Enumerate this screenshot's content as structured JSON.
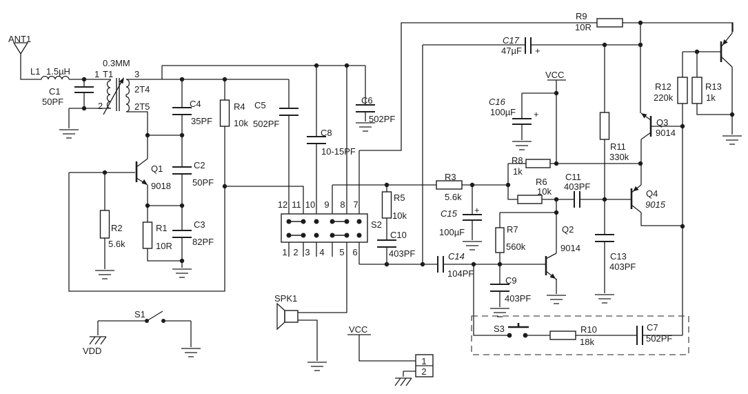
{
  "meta": {
    "type": "circuit-schematic",
    "colors": {
      "background": "#ffffff",
      "line": "#1c1c1c",
      "text": "#1c1c1c"
    }
  },
  "components": {
    "ant1": {
      "ref": "ANT1"
    },
    "l1": {
      "ref": "L1",
      "value": "1.5µH"
    },
    "c1": {
      "ref": "C1",
      "value": "50PF"
    },
    "t1": {
      "ref": "T1",
      "spec": "0.3MM",
      "pin1": "1",
      "pin2": "2",
      "pin3": "3",
      "winding_top": "2T4",
      "winding_bottom": "2T5"
    },
    "q1": {
      "ref": "Q1",
      "part": "9018"
    },
    "r1": {
      "ref": "R1",
      "value": "10R"
    },
    "r2": {
      "ref": "R2",
      "value": "5.6k"
    },
    "c2": {
      "ref": "C2",
      "value": "50PF"
    },
    "c3": {
      "ref": "C3",
      "value": "82PF"
    },
    "c4": {
      "ref": "C4",
      "value": "35PF"
    },
    "r4": {
      "ref": "R4",
      "value": "10k"
    },
    "c5": {
      "ref": "C5",
      "value": "502PF"
    },
    "c6": {
      "ref": "C6",
      "value": "502PF"
    },
    "c8": {
      "ref": "C8",
      "value": "10-15PF"
    },
    "s2": {
      "ref": "S2",
      "pins_top": [
        "12",
        "11",
        "10",
        "9",
        "8",
        "7"
      ],
      "pins_bottom": [
        "1",
        "2",
        "3",
        "4",
        "5",
        "6"
      ]
    },
    "r5": {
      "ref": "R5",
      "value": "10k"
    },
    "c10": {
      "ref": "C10",
      "value": "403PF"
    },
    "r3": {
      "ref": "R3",
      "value": "5.6k"
    },
    "c15": {
      "ref": "C15",
      "value": "100µF",
      "polarity": "+"
    },
    "c14": {
      "ref": "C14",
      "value": "104PF"
    },
    "r7": {
      "ref": "R7",
      "value": "560k"
    },
    "c9": {
      "ref": "C9",
      "value": "403PF"
    },
    "q2": {
      "ref": "Q2",
      "part": "9014"
    },
    "r6": {
      "ref": "R6",
      "value": "10k"
    },
    "r8": {
      "ref": "R8",
      "value": "1k"
    },
    "c11": {
      "ref": "C11",
      "value": "403PF"
    },
    "r11": {
      "ref": "R11",
      "value": "330k"
    },
    "c16": {
      "ref": "C16",
      "value": "100µF",
      "polarity": "+"
    },
    "c17": {
      "ref": "C17",
      "value": "47µF",
      "polarity": "+"
    },
    "r9": {
      "ref": "R9",
      "value": "10R"
    },
    "q3": {
      "ref": "Q3",
      "part": "9014"
    },
    "q4": {
      "ref": "Q4",
      "part": "9015"
    },
    "r12": {
      "ref": "R12",
      "value": "220k"
    },
    "r13": {
      "ref": "R13",
      "value": "1k"
    },
    "c13": {
      "ref": "C13",
      "value": "403PF"
    },
    "s1": {
      "ref": "S1"
    },
    "s3": {
      "ref": "S3"
    },
    "r10": {
      "ref": "R10",
      "value": "18k"
    },
    "c7": {
      "ref": "C7",
      "value": "502PF"
    },
    "spk1": {
      "ref": "SPK1"
    },
    "power": {
      "vcc": "VCC",
      "vdd": "VDD",
      "connector_pin1": "1",
      "connector_pin2": "2"
    }
  }
}
